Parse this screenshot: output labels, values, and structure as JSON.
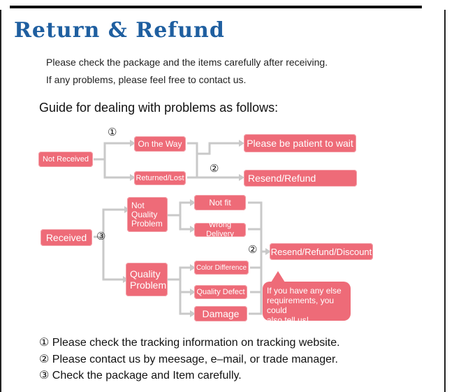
{
  "title": "Return & Refund",
  "intro": [
    "Please check the package and the items carefully after receiving.",
    "If any problems, please feel free to contact us."
  ],
  "guide_heading": "Guide for dealing with problems as follows:",
  "diagram": {
    "not_received": "Not Received",
    "on_the_way": "On the Way",
    "returned_lost": "Returned/Lost",
    "please_wait": "Please be patient to wait",
    "resend_refund": "Resend/Refund",
    "received": "Received",
    "not_quality": [
      "Not",
      "Quality",
      "Problem"
    ],
    "quality": [
      "Quality",
      "Problem"
    ],
    "not_fit": "Not fit",
    "wrong_delivery": "Wrong Delivery",
    "color_difference": "Color Difference",
    "quality_defect": "Quality Defect",
    "damage": "Damage",
    "resend_refund_discount": "Resend/Refund/Discount",
    "bubble": [
      "If you have any else",
      "requirements, you could",
      "also tell us!"
    ],
    "marker1": "①",
    "marker2": "②",
    "marker3": "③"
  },
  "colors": {
    "accent": "#1f5fa0",
    "box": "#ee6b78"
  },
  "notes": [
    "① Please check the tracking information on tracking website.",
    "② Please contact us by meesage, e–mail, or trade manager.",
    "③ Check the package and Item carefully."
  ]
}
